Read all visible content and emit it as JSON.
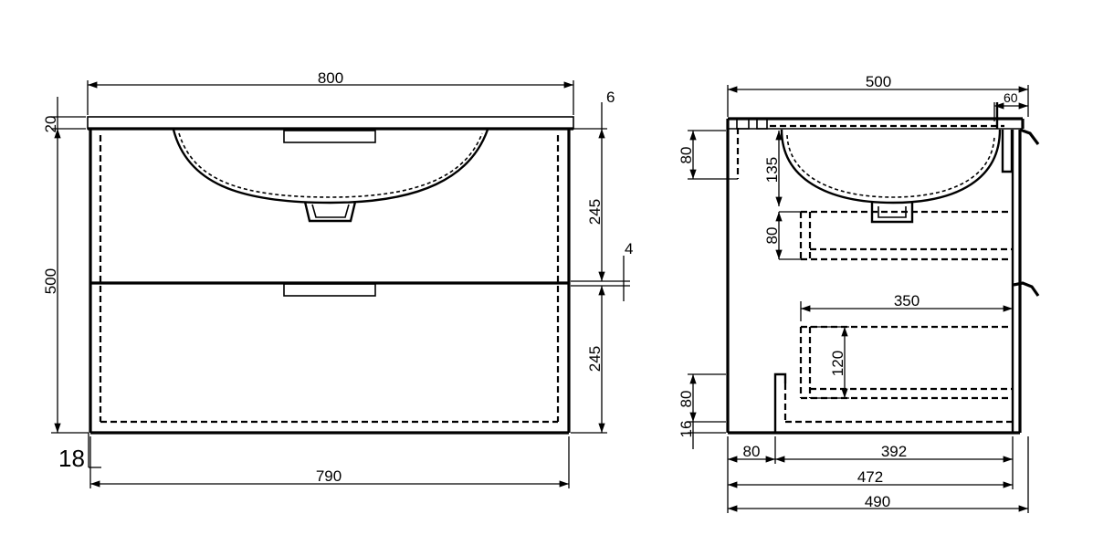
{
  "front_view": {
    "dims": {
      "width_top": "800",
      "top_thickness": "20",
      "top_overhang": "6",
      "height": "500",
      "drawer_upper": "245",
      "drawer_gap": "4",
      "drawer_lower": "245",
      "bottom_offset": "18",
      "width_body": "790"
    }
  },
  "side_view": {
    "dims": {
      "depth_top": "500",
      "rear_offset": "60",
      "upper_left": "80",
      "basin_depth": "135",
      "shelf_height": "80",
      "drawer_depth": "350",
      "inner_drawer_height": "120",
      "plinth_height": "80",
      "plinth_thickness": "16",
      "plinth_setback": "80",
      "inner_depth": "392",
      "carcass_depth": "472",
      "total_depth": "490"
    }
  }
}
